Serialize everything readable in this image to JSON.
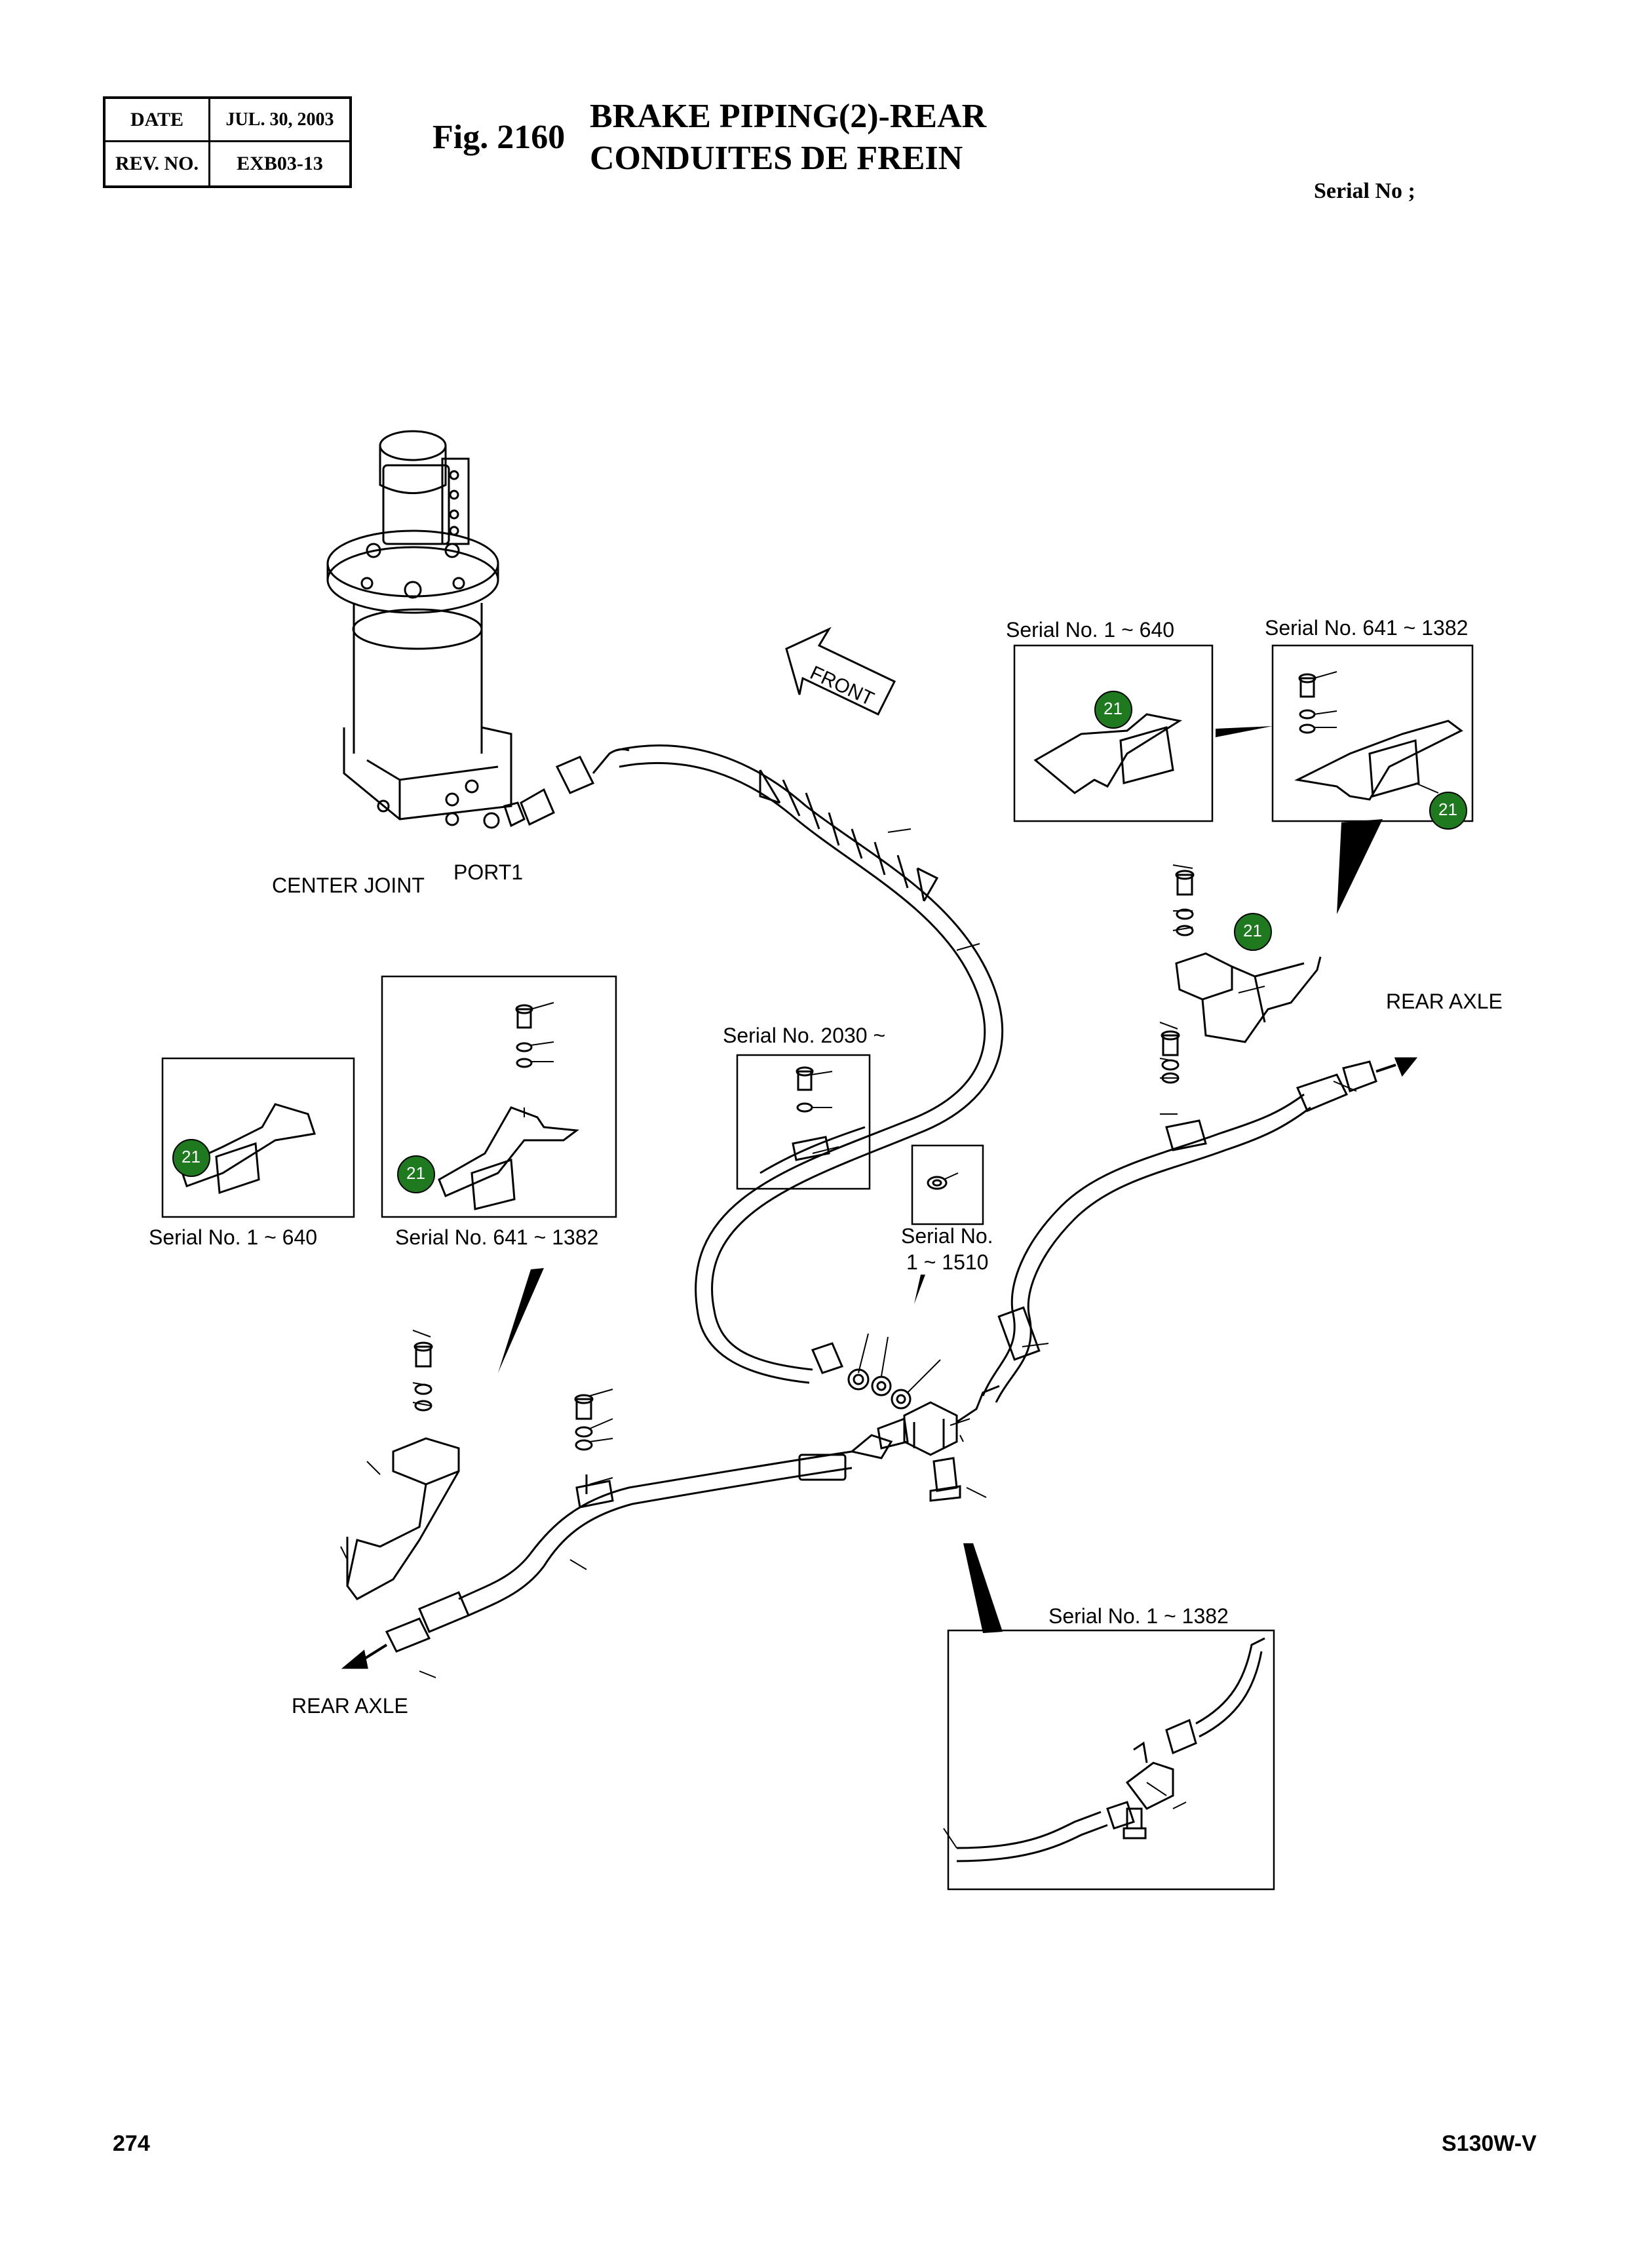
{
  "header": {
    "date_label": "DATE",
    "date_value": "JUL. 30, 2003",
    "rev_label": "REV. NO.",
    "rev_value": "EXB03-13",
    "fig_label": "Fig. 2160",
    "title_en": "BRAKE PIPING(2)-REAR",
    "title_fr": "CONDUITES DE FREIN",
    "serial_label": "Serial No ;"
  },
  "labels": {
    "front": "FRONT",
    "center_joint": "CENTER JOINT",
    "port1": "PORT1",
    "rear_axle_right": "REAR AXLE",
    "rear_axle_left": "REAR AXLE",
    "serial_1_640_top": "Serial No. 1 ~ 640",
    "serial_641_1382_top": "Serial No. 641 ~ 1382",
    "serial_1_640_left": "Serial No. 1 ~ 640",
    "serial_641_1382_left": "Serial No. 641 ~ 1382",
    "serial_2030": "Serial No. 2030 ~",
    "serial_1510_line1": "Serial No.",
    "serial_1510_line2": "1 ~ 1510",
    "serial_1_1382": "Serial No. 1 ~ 1382"
  },
  "callouts": {
    "part_21": "21",
    "color": "#1f7a1f"
  },
  "footer": {
    "page_number": "274",
    "model": "S130W-V"
  }
}
